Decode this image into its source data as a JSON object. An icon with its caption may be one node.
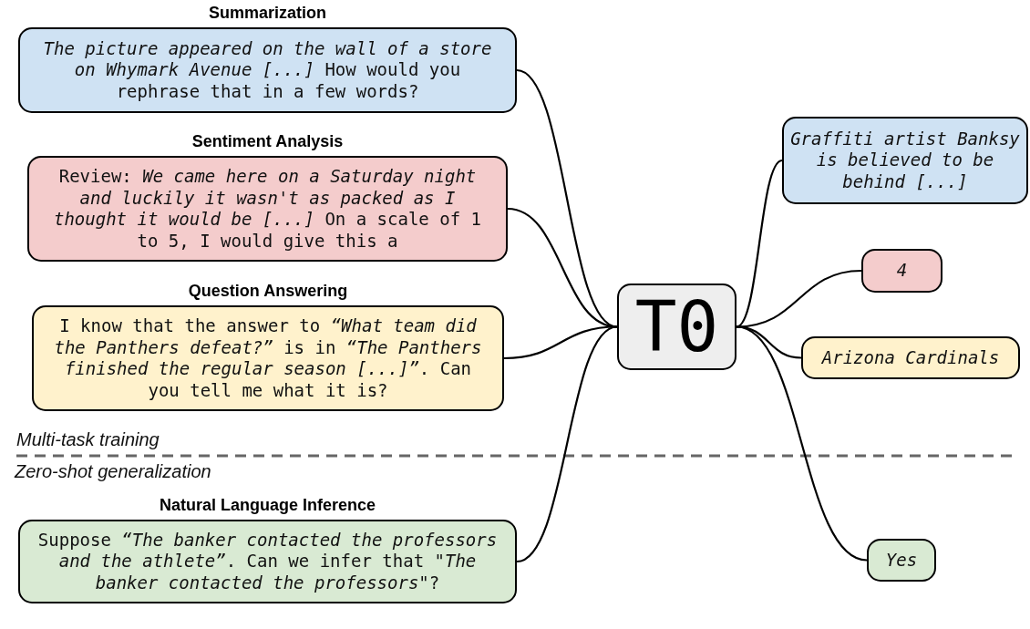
{
  "diagram": {
    "nodes": [
      {
        "text": [
          "Summarization",
          "*The picture appeared on the wall of a store on Whymark Avenue [...]* How would you rephrase that in a few words?"
        ]
      },
      {
        "text": [
          "Sentiment Analysis",
          "Review: *We came here on a Saturday night and luckily it wasn't as packed as I thought it would be [...]* On a scale of 1 to 5, I would give this a"
        ]
      },
      {
        "text": [
          "Question Answering",
          "I know that the answer to *“What team did the Panthers defeat?”* is in *“The Panthers finished the regular season [...]”*. Can you tell me what it is?"
        ]
      },
      {
        "text": [
          "Natural Language Inference",
          "Suppose *“The banker contacted the professors and the athlete”*. Can we infer that \"*The banker contacted the professors*\"?"
        ]
      },
      {
        "text": [
          "T0"
        ]
      },
      {
        "text": [
          "Graffiti artist Banksy is believed to be behind [...]"
        ]
      },
      {
        "text": [
          "4"
        ]
      },
      {
        "text": [
          "Arizona Cardinals"
        ]
      },
      {
        "text": [
          "Yes"
        ]
      }
    ],
    "edges": [
      {
        "from": 0,
        "to": 4,
        "arrow": "none"
      },
      {
        "from": 1,
        "to": 4,
        "arrow": "none"
      },
      {
        "from": 2,
        "to": 4,
        "arrow": "none"
      },
      {
        "from": 3,
        "to": 4,
        "arrow": "none"
      },
      {
        "from": 4,
        "to": 5,
        "arrow": "none"
      },
      {
        "from": 4,
        "to": 6,
        "arrow": "none"
      },
      {
        "from": 4,
        "to": 7,
        "arrow": "none"
      },
      {
        "from": 4,
        "to": 8,
        "arrow": "none"
      }
    ],
    "labels": [
      "Multi-task training",
      "Zero-shot generalization"
    ]
  }
}
